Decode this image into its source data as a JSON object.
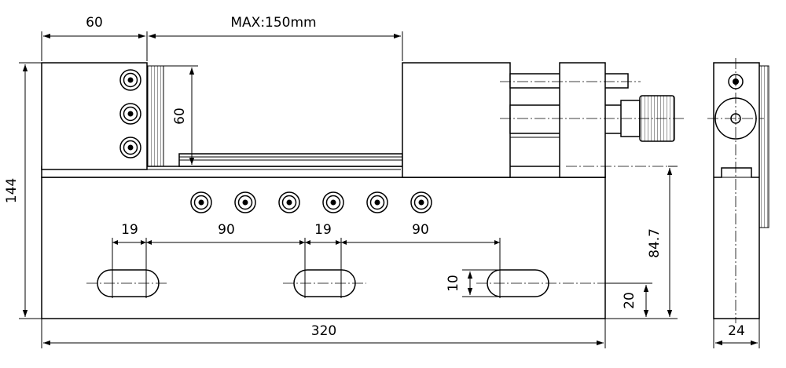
{
  "dimensions": {
    "jaw_width": "60",
    "max_opening": "MAX:150mm",
    "jaw_height": "60",
    "total_height": "144",
    "height_to_top": "84.7",
    "slot_width_left": "19",
    "slot_pitch_left": "90",
    "slot_width_mid": "19",
    "slot_pitch_right": "90",
    "slot_height": "10",
    "slot_offset": "20",
    "total_length": "320",
    "side_width": "24"
  }
}
